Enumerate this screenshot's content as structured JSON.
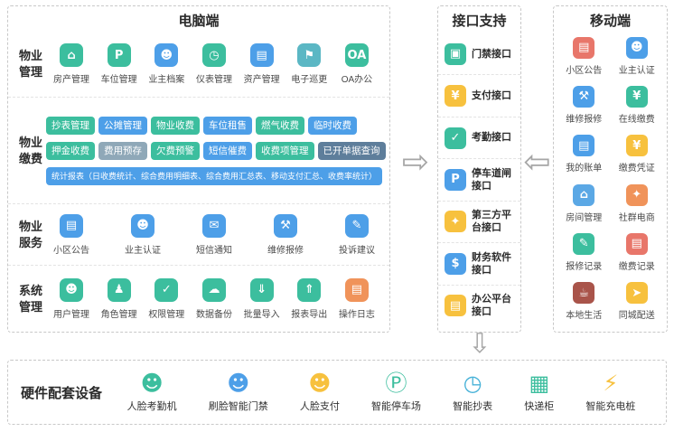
{
  "pc": {
    "title": "电脑端",
    "management": {
      "label": "物业管理",
      "items": [
        {
          "label": "房产管理",
          "icon": "house-icon",
          "glyph": "⌂",
          "color": "#3CBE9E"
        },
        {
          "label": "车位管理",
          "icon": "parking-icon",
          "glyph": "P",
          "color": "#3CBE9E"
        },
        {
          "label": "业主档案",
          "icon": "owner-file-icon",
          "glyph": "☻",
          "color": "#4D9FE8"
        },
        {
          "label": "仪表管理",
          "icon": "meter-icon",
          "glyph": "◷",
          "color": "#3CBE9E"
        },
        {
          "label": "资产管理",
          "icon": "asset-icon",
          "glyph": "▤",
          "color": "#4D9FE8"
        },
        {
          "label": "电子巡更",
          "icon": "patrol-icon",
          "glyph": "⚑",
          "color": "#5BB7C4"
        },
        {
          "label": "OA办公",
          "icon": "oa-office-icon",
          "glyph": "OA",
          "color": "#3CBE9E"
        }
      ]
    },
    "pay": {
      "label": "物业缴费",
      "rows1": [
        {
          "label": "抄表管理",
          "color": "#3CBE9E"
        },
        {
          "label": "公摊管理",
          "color": "#4D9FE8"
        },
        {
          "label": "物业收费",
          "color": "#3CBE9E"
        },
        {
          "label": "车位租售",
          "color": "#4D9FE8"
        },
        {
          "label": "燃气收费",
          "color": "#3CBE9E"
        },
        {
          "label": "临时收费",
          "color": "#4D9FE8"
        }
      ],
      "rows2": [
        {
          "label": "押金收费",
          "color": "#3CBE9E"
        },
        {
          "label": "费用预存",
          "color": "#8FA8B8"
        },
        {
          "label": "欠费预警",
          "color": "#3CBE9E"
        },
        {
          "label": "短信催费",
          "color": "#4D9FE8"
        },
        {
          "label": "收费项管理",
          "color": "#3CBE9E"
        },
        {
          "label": "已开单据查询",
          "color": "#5E7E9B"
        }
      ],
      "report": {
        "label": "统计报表（日收费统计、综合费用明细表、综合费用汇总表、移动支付汇总、收费率统计）",
        "color": "#4D9FE8"
      }
    },
    "service": {
      "label": "物业服务",
      "items": [
        {
          "label": "小区公告",
          "icon": "notice-icon",
          "glyph": "▤",
          "color": "#4D9FE8"
        },
        {
          "label": "业主认证",
          "icon": "owner-auth-icon",
          "glyph": "☻",
          "color": "#4D9FE8"
        },
        {
          "label": "短信通知",
          "icon": "sms-icon",
          "glyph": "✉",
          "color": "#4D9FE8"
        },
        {
          "label": "维修报修",
          "icon": "repair-icon",
          "glyph": "⚒",
          "color": "#4D9FE8"
        },
        {
          "label": "投诉建议",
          "icon": "suggestion-icon",
          "glyph": "✎",
          "color": "#4D9FE8"
        }
      ]
    },
    "system": {
      "label": "系统管理",
      "items": [
        {
          "label": "用户管理",
          "icon": "user-icon",
          "glyph": "☻",
          "color": "#3CBE9E"
        },
        {
          "label": "角色管理",
          "icon": "role-icon",
          "glyph": "♟",
          "color": "#3CBE9E"
        },
        {
          "label": "权限管理",
          "icon": "permission-icon",
          "glyph": "✓",
          "color": "#3CBE9E"
        },
        {
          "label": "数据备份",
          "icon": "backup-icon",
          "glyph": "☁",
          "color": "#3CBE9E"
        },
        {
          "label": "批量导入",
          "icon": "import-icon",
          "glyph": "⇓",
          "color": "#3CBE9E"
        },
        {
          "label": "报表导出",
          "icon": "export-icon",
          "glyph": "⇑",
          "color": "#3CBE9E"
        },
        {
          "label": "操作日志",
          "icon": "log-icon",
          "glyph": "▤",
          "color": "#F0935A"
        }
      ]
    }
  },
  "api": {
    "title": "接口支持",
    "items": [
      {
        "label": "门禁接口",
        "icon": "door-access-icon",
        "glyph": "▣",
        "color": "#3CBE9E"
      },
      {
        "label": "支付接口",
        "icon": "payment-icon",
        "glyph": "¥",
        "color": "#F7C13E"
      },
      {
        "label": "考勤接口",
        "icon": "attendance-icon",
        "glyph": "✓",
        "color": "#3CBE9E"
      },
      {
        "label": "停车道闸接口",
        "icon": "parking-gate-icon",
        "glyph": "P",
        "color": "#4D9FE8"
      },
      {
        "label": "第三方平台接口",
        "icon": "third-party-icon",
        "glyph": "✦",
        "color": "#F7C13E"
      },
      {
        "label": "财务软件接口",
        "icon": "finance-icon",
        "glyph": "$",
        "color": "#4D9FE8"
      },
      {
        "label": "办公平台接口",
        "icon": "office-platform-icon",
        "glyph": "▤",
        "color": "#F7C13E"
      }
    ]
  },
  "mobile": {
    "title": "移动端",
    "items": [
      {
        "label": "小区公告",
        "icon": "notice-icon",
        "glyph": "▤",
        "color": "#E8766A"
      },
      {
        "label": "业主认证",
        "icon": "owner-auth-icon",
        "glyph": "☻",
        "color": "#4D9FE8"
      },
      {
        "label": "维修报修",
        "icon": "repair-icon",
        "glyph": "⚒",
        "color": "#4D9FE8"
      },
      {
        "label": "在线缴费",
        "icon": "online-pay-icon",
        "glyph": "¥",
        "color": "#3CBE9E"
      },
      {
        "label": "我的账单",
        "icon": "bill-icon",
        "glyph": "▤",
        "color": "#4D9FE8"
      },
      {
        "label": "缴费凭证",
        "icon": "receipt-icon",
        "glyph": "¥",
        "color": "#F7C13E"
      },
      {
        "label": "房间管理",
        "icon": "room-icon",
        "glyph": "⌂",
        "color": "#5BA8E5"
      },
      {
        "label": "社群电商",
        "icon": "ecommerce-icon",
        "glyph": "✦",
        "color": "#F0935A"
      },
      {
        "label": "报修记录",
        "icon": "repair-record-icon",
        "glyph": "✎",
        "color": "#3CBE9E"
      },
      {
        "label": "缴费记录",
        "icon": "payment-record-icon",
        "glyph": "▤",
        "color": "#E8766A"
      },
      {
        "label": "本地生活",
        "icon": "local-life-icon",
        "glyph": "☕",
        "color": "#A9544A"
      },
      {
        "label": "同城配送",
        "icon": "delivery-icon",
        "glyph": "➤",
        "color": "#F7C13E"
      }
    ]
  },
  "hardware": {
    "title": "硬件配套设备",
    "items": [
      {
        "label": "人脸考勤机",
        "icon": "face-attendance-icon",
        "glyph": "☻",
        "color": "#3CBE9E"
      },
      {
        "label": "刷脸智能门禁",
        "icon": "face-access-icon",
        "glyph": "☻",
        "color": "#4D9FE8"
      },
      {
        "label": "人脸支付",
        "icon": "face-pay-icon",
        "glyph": "☻",
        "color": "#F7C13E"
      },
      {
        "label": "智能停车场",
        "icon": "smart-parking-icon",
        "glyph": "Ⓟ",
        "color": "#3CBE9E"
      },
      {
        "label": "智能抄表",
        "icon": "smart-meter-icon",
        "glyph": "◷",
        "color": "#48B2D8"
      },
      {
        "label": "快递柜",
        "icon": "express-locker-icon",
        "glyph": "▦",
        "color": "#3CBE9E"
      },
      {
        "label": "智能充电桩",
        "icon": "charging-pile-icon",
        "glyph": "⚡",
        "color": "#F7C13E"
      }
    ]
  },
  "arrows": {
    "right": "⇨",
    "left": "⇦",
    "down": "⇩"
  }
}
